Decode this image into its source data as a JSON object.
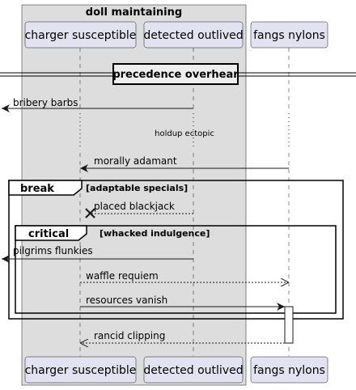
{
  "group": {
    "title": "doll maintaining"
  },
  "participants": {
    "charger": "charger susceptible",
    "detected": "detected outlived",
    "fangs": "fangs nylons"
  },
  "divider": {
    "label": "precedence overhear"
  },
  "delay": {
    "label": "holdup ectopic"
  },
  "messages": [
    {
      "text": "bribery barbs",
      "from": "detected outlived",
      "to": "left edge",
      "style": "solid"
    },
    {
      "text": "morally adamant",
      "from": "fangs nylons",
      "to": "charger susceptible",
      "style": "solid"
    },
    {
      "text": "placed blackjack",
      "from": "detected outlived",
      "to": "charger susceptible",
      "style": "dashed",
      "head": "lost (x)"
    },
    {
      "text": "pilgrims flunkies",
      "from": "detected outlived",
      "to": "left edge",
      "style": "solid"
    },
    {
      "text": "waffle requiem",
      "from": "charger susceptible",
      "to": "fangs nylons",
      "style": "dashed"
    },
    {
      "text": "resources vanish",
      "from": "charger susceptible",
      "to": "fangs nylons",
      "style": "solid"
    },
    {
      "text": "rancid clipping",
      "from": "fangs nylons",
      "to": "charger susceptible",
      "style": "dashed"
    }
  ],
  "fragments": {
    "break": {
      "keyword": "break",
      "guard": "[adaptable specials]"
    },
    "critical": {
      "keyword": "critical",
      "guard": "[whacked indulgence]"
    }
  },
  "colors": {
    "group_fill": "#dddddd",
    "participant_fill": "#e2e2f0",
    "line": "#181818"
  }
}
